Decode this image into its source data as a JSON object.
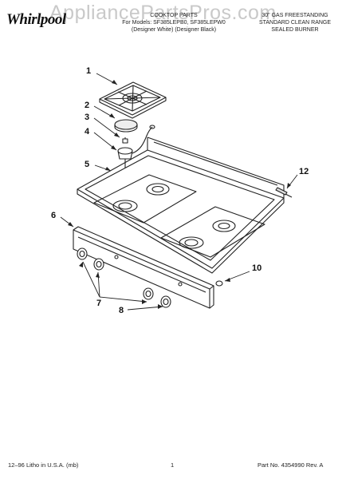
{
  "header": {
    "brand": "Whirlpool",
    "watermark": "AppliancePartsPros.com",
    "title_lines": [
      "COOKTOP PARTS",
      "For Models: SF385LEPB0, SF385LEPW0",
      "(Designer White)   (Designer Black)"
    ],
    "desc_lines": [
      "30\" GAS FREESTANDING",
      "STANDARD CLEAN RANGE",
      "SEALED BURNER"
    ]
  },
  "callouts": [
    "1",
    "2",
    "3",
    "4",
    "5",
    "6",
    "7",
    "8",
    "10",
    "12"
  ],
  "footer": {
    "litho": "12–96 Litho in U.S.A. (mb)",
    "page": "1",
    "part_no": "Part No. 4354990 Rev. A"
  }
}
